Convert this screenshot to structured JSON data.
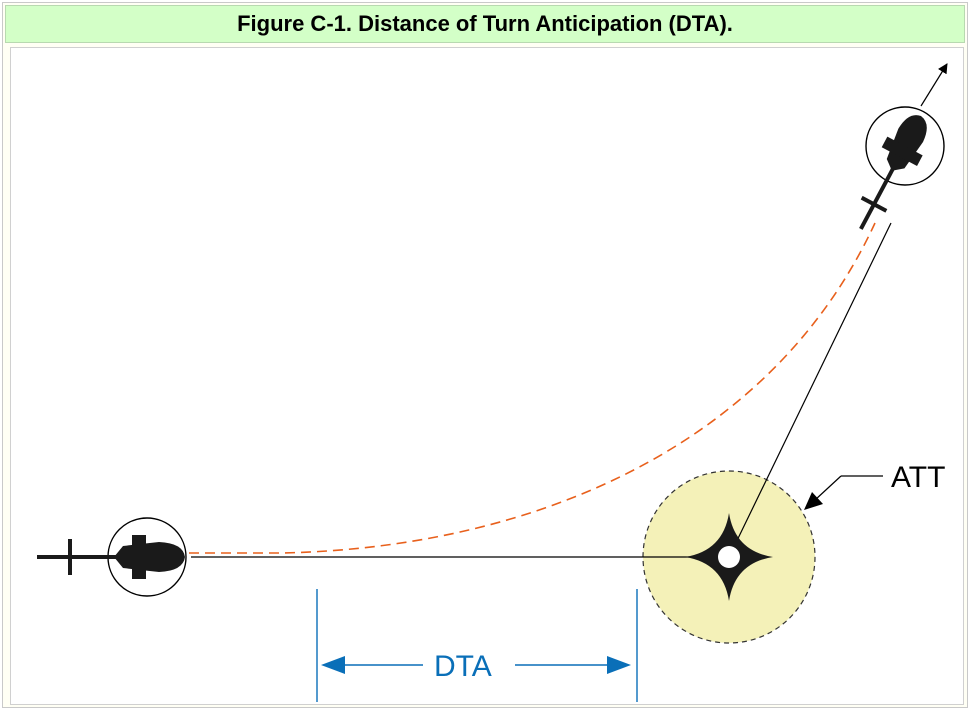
{
  "figure": {
    "title": "Figure C-1.  Distance of Turn Anticipation (DTA)."
  },
  "labels": {
    "att": "ATT",
    "dta": "DTA"
  },
  "colors": {
    "title_background": "#d3ffc7",
    "turn_path": "#e8601c",
    "att_area": "#f4f1b8",
    "dta_marker": "#0a6fb8",
    "aircraft": "#000000"
  },
  "icons": {
    "aircraft_start": "helicopter-icon",
    "aircraft_end": "helicopter-icon",
    "waypoint": "waypoint-star-icon"
  }
}
